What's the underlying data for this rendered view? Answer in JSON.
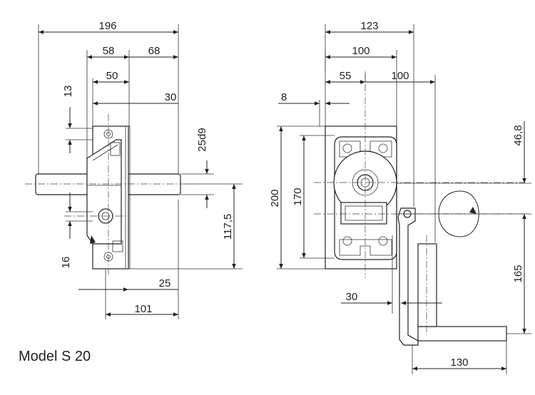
{
  "caption": "Model S 20",
  "dimensions": {
    "d196": "196",
    "d58": "58",
    "d68": "68",
    "d50": "50",
    "d13": "13",
    "d30a": "30",
    "d25d9": "25d9",
    "d117_5": "117,5",
    "d16": "16",
    "d25": "25",
    "d101": "101",
    "d123": "123",
    "d100a": "100",
    "d55": "55",
    "d100b": "100",
    "d8": "8",
    "d46_8": "46,8",
    "d200": "200",
    "d170": "170",
    "d165": "165",
    "d30b": "30",
    "d130": "130"
  },
  "icons": {
    "rotation": "rotation-arrow-icon"
  }
}
